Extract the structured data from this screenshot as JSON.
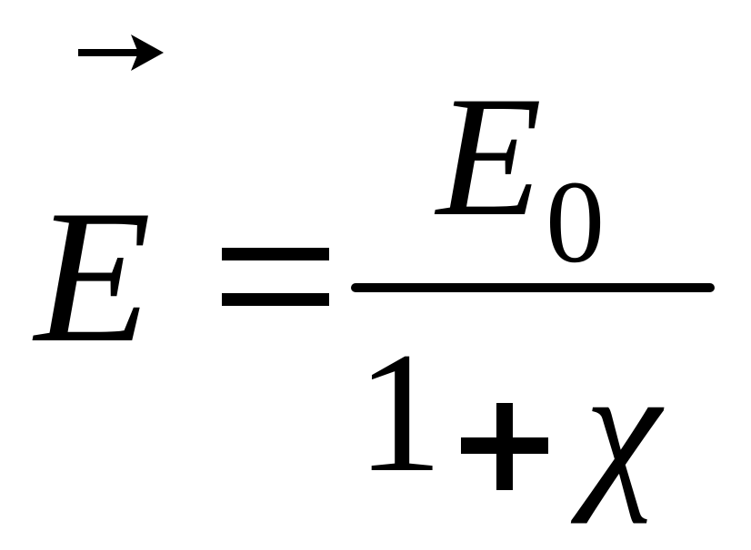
{
  "equation": {
    "lhs": {
      "variable": "E",
      "vector_arrow_icon": "right-arrow-icon"
    },
    "operator": "=",
    "fraction": {
      "numerator": {
        "variable": "E",
        "subscript": "0"
      },
      "denominator": {
        "term1": "1",
        "operator": "+",
        "term2": "χ"
      }
    }
  }
}
